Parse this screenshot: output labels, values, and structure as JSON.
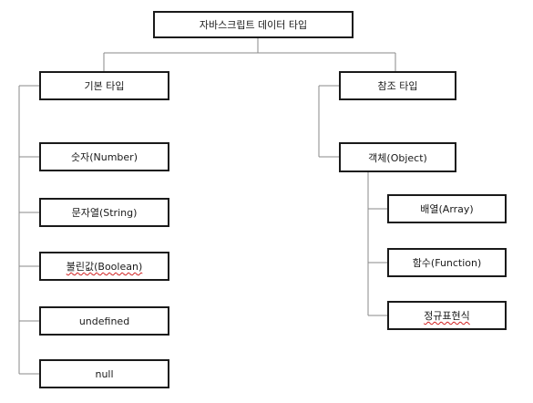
{
  "diagram": {
    "root": "자바스크립트 데이터 타입",
    "primitive": {
      "title": "기본 타입",
      "items": [
        "숫자(Number)",
        "문자열(String)",
        "불린값(Boolean)",
        "undefined",
        "null"
      ]
    },
    "reference": {
      "title": "참조 타입",
      "object": "객체(Object)",
      "items": [
        "배열(Array)",
        "함수(Function)",
        "정규표현식"
      ]
    }
  },
  "colors": {
    "line": "#8a8a8a",
    "border": "#1a1a1a",
    "spellcheck": "#d02020"
  }
}
